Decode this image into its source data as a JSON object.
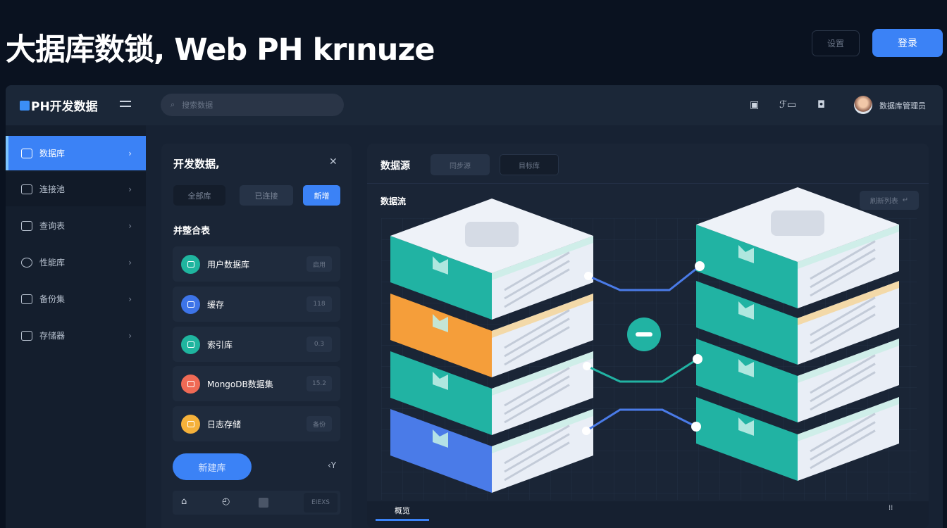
{
  "header": {
    "title": "大据库数锁, Web PH krınuze",
    "secondary_button": "设置",
    "primary_button": "登录"
  },
  "app": {
    "logo": "PH开发数据",
    "search_placeholder": "搜索数据",
    "top_icons": [
      "image-icon",
      "chart-icon",
      "book-icon"
    ],
    "user_name": "数据库管理员",
    "sidebar": {
      "items": [
        {
          "label": "数据库",
          "icon": "database-icon",
          "active": true
        },
        {
          "label": "连接池",
          "icon": "server-icon"
        },
        {
          "label": "查询表",
          "icon": "table-icon"
        },
        {
          "label": "性能库",
          "icon": "gauge-icon"
        },
        {
          "label": "备份集",
          "icon": "backup-icon"
        },
        {
          "label": "存储器",
          "icon": "storage-icon"
        }
      ]
    },
    "middle": {
      "title": "开发数据,",
      "tabs": [
        "全部库",
        "已连接",
        "新增"
      ],
      "active_tab": 2,
      "section": "并整合表",
      "items": [
        {
          "label": "用户数据库",
          "badge": "启用",
          "color": "#1fb59f"
        },
        {
          "label": "缓存",
          "badge": "118",
          "color": "#3d74e8"
        },
        {
          "label": "索引库",
          "badge": "0.3",
          "color": "#1fb59f"
        },
        {
          "label": "MongoDB数据集",
          "badge": "15.2",
          "color": "#ef6a55"
        },
        {
          "label": "日志存储",
          "badge": "备份",
          "color": "#f5b13a"
        }
      ],
      "button": "新建库",
      "more": "‹Y",
      "footer_value": "EIEXS"
    },
    "right": {
      "title": "数据源",
      "tabs": [
        "同步源",
        "目标库"
      ],
      "subtitle": "数据流",
      "action": "刷新列表",
      "bottom_tab": "概览",
      "stack_colors_left": [
        "#21b3a3",
        "#f59e3a",
        "#21b3a3",
        "#4a7be8"
      ],
      "stack_colors_right": [
        "#21b3a3",
        "#21b3a3",
        "#21b3a3",
        "#21b3a3"
      ],
      "link_colors": [
        "#4a7be8",
        "#21b3a3",
        "#4a7be8"
      ]
    }
  }
}
